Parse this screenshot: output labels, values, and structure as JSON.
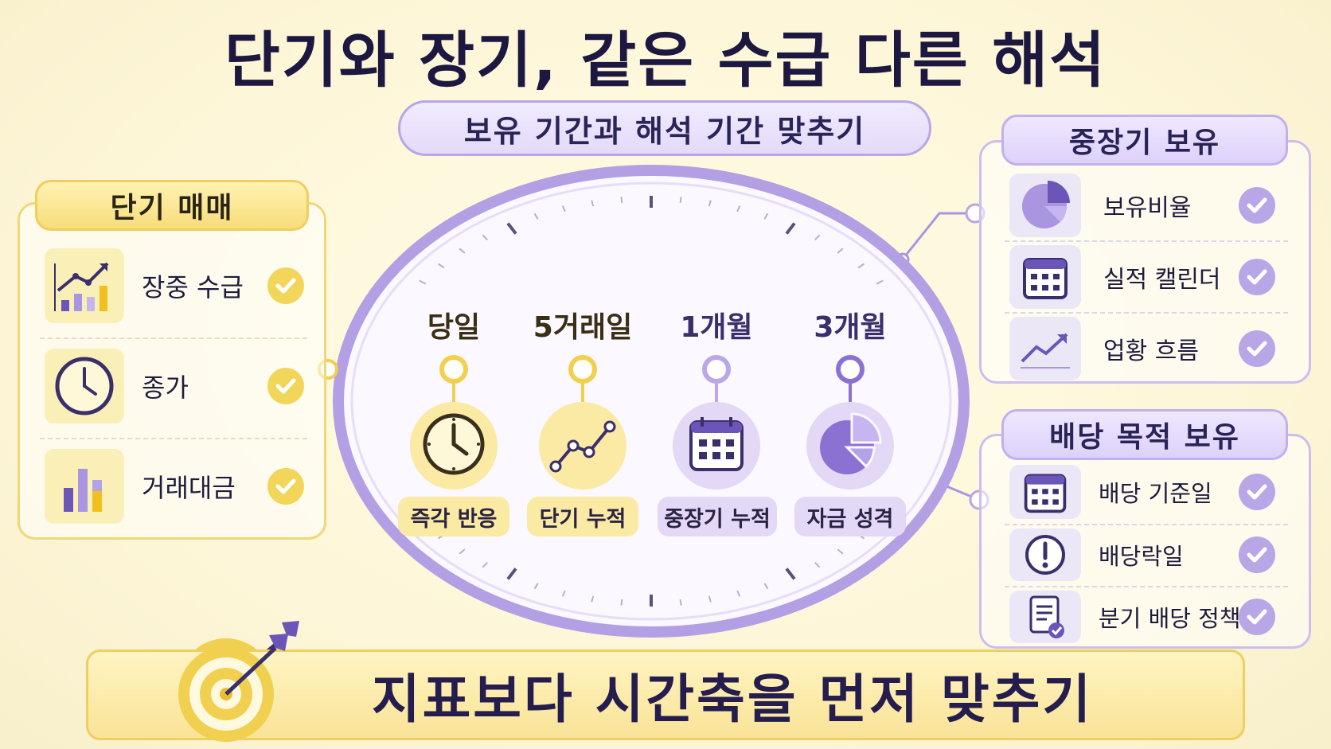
{
  "title": "단기와 장기, 같은 수급 다른 해석",
  "subtitle": "보유 기간과 해석 기간 맞추기",
  "left_panel": {
    "title": "단기 매매",
    "items": [
      {
        "label": "장중 수급",
        "icon": "chart-trend-icon"
      },
      {
        "label": "종가",
        "icon": "clock-icon"
      },
      {
        "label": "거래대금",
        "icon": "bar-chart-icon"
      }
    ]
  },
  "right_top_panel": {
    "title": "중장기 보유",
    "items": [
      {
        "label": "보유비율",
        "icon": "pie-chart-icon"
      },
      {
        "label": "실적 캘린더",
        "icon": "calendar-icon"
      },
      {
        "label": "업황 흐름",
        "icon": "trend-up-icon"
      }
    ]
  },
  "right_bottom_panel": {
    "title": "배당 목적 보유",
    "items": [
      {
        "label": "배당 기준일",
        "icon": "calendar-icon"
      },
      {
        "label": "배당락일",
        "icon": "exclamation-icon"
      },
      {
        "label": "분기 배당 정책",
        "icon": "document-check-icon"
      }
    ]
  },
  "timeline": [
    {
      "label": "당일",
      "tag": "즉각 반응",
      "icon": "clock-icon"
    },
    {
      "label": "5거래일",
      "tag": "단기 누적",
      "icon": "line-chart-icon"
    },
    {
      "label": "1개월",
      "tag": "중장기 누적",
      "icon": "calendar-icon"
    },
    {
      "label": "3개월",
      "tag": "자금 성격",
      "icon": "pie-chart-icon"
    }
  ],
  "bottom_banner": "지표보다 시간축을 먼저 맞추기",
  "colors": {
    "yellow": "#f1d65a",
    "purple": "#a995e0",
    "dark_purple": "#6b55b8",
    "navy": "#1c1840"
  }
}
